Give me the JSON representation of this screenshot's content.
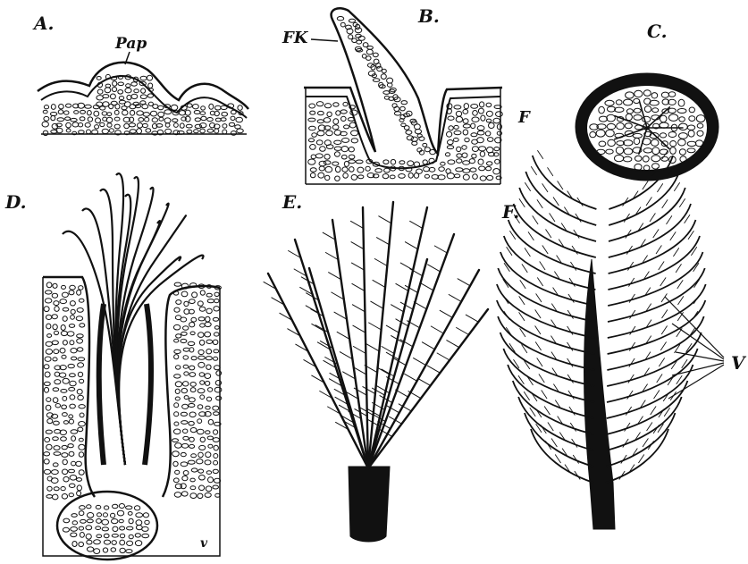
{
  "figure_labels": {
    "a": "A.",
    "b": "B.",
    "c": "C.",
    "d": "D.",
    "e": "E.",
    "f": "F."
  },
  "annotations": {
    "pap": "Pap",
    "fk": "FK",
    "f": "F",
    "v": "V",
    "d_small": "v"
  },
  "colors": {
    "ink": "#111111",
    "paper": "#ffffff"
  }
}
